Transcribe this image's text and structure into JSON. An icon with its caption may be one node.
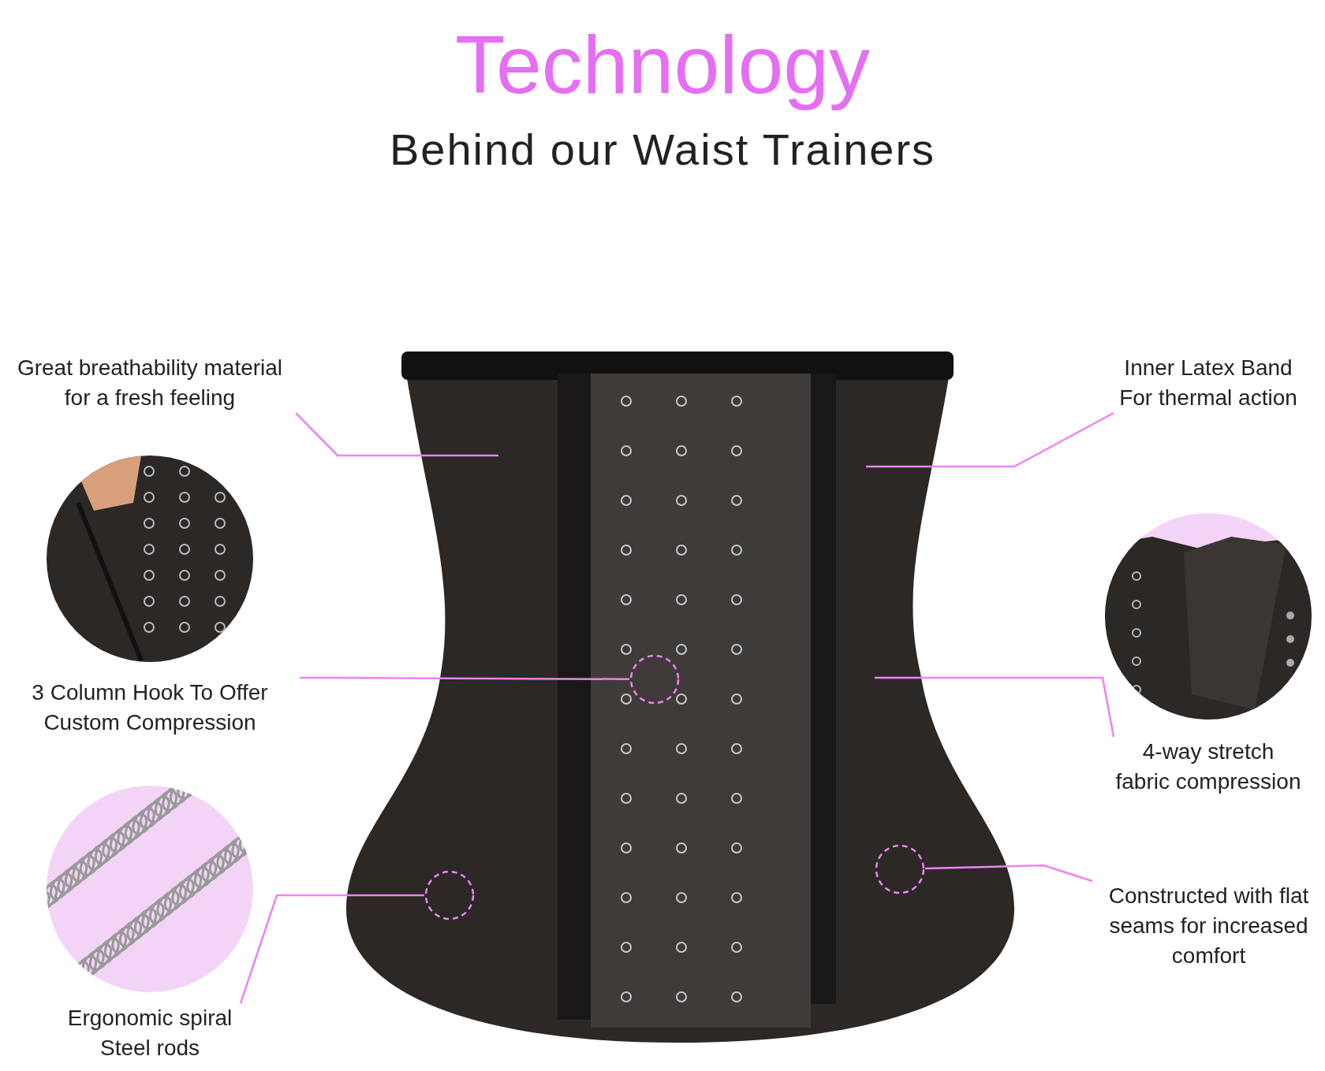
{
  "diagram": {
    "title": "Technology",
    "nodes": [
      {
        "text": [
          "Great breathability material for a fresh feeling"
        ]
      },
      {
        "text": [
          "Inner Latex Band For thermal action"
        ]
      },
      {
        "text": [],
        "shape": "picture"
      },
      {
        "text": [],
        "shape": "picture"
      },
      {
        "text": [],
        "shape": "circle",
        "in": 3
      },
      {
        "text": [],
        "shape": "picture"
      },
      {
        "text": [
          "3 Column Hook To Offer Custom Compression"
        ]
      },
      {
        "text": [
          "4-way stretch fabric compression"
        ]
      },
      {
        "text": [],
        "shape": "circle",
        "in": 3
      },
      {
        "text": [],
        "shape": "circle",
        "in": 3
      },
      {
        "text": [],
        "shape": "picture"
      },
      {
        "text": [
          "Constructed with flat seams for increased comfort"
        ]
      },
      {
        "text": [
          "Ergonomic spiral Steel rods"
        ]
      }
    ],
    "edges": [
      {
        "from": 0,
        "to": 3,
        "arrow": "none"
      },
      {
        "from": 1,
        "to": 3,
        "arrow": "none"
      },
      {
        "from": 6,
        "to": 4,
        "arrow": "none"
      },
      {
        "from": 7,
        "to": 3,
        "arrow": "none"
      },
      {
        "from": 12,
        "to": 8,
        "arrow": "none"
      },
      {
        "from": 11,
        "to": 9,
        "arrow": "none"
      }
    ],
    "labels": [
      "Behind our Waist Trainers"
    ]
  }
}
